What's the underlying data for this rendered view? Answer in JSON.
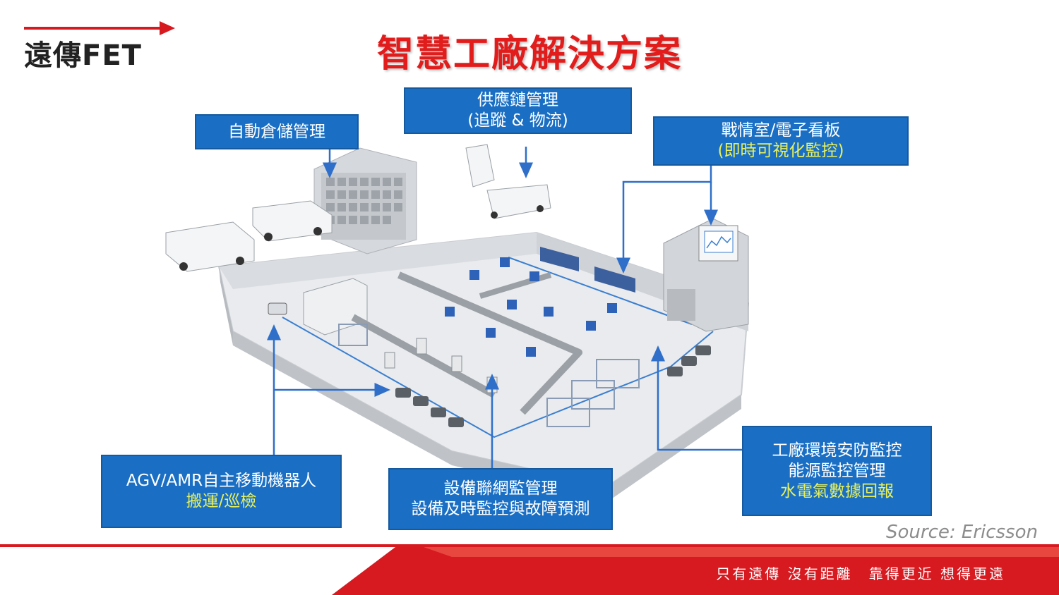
{
  "header": {
    "logo_text": "遠傳FET",
    "title": "智慧工廠解決方案"
  },
  "callouts": {
    "warehouse": {
      "line1": "自動倉儲管理"
    },
    "supply_chain": {
      "line1": "供應鏈管理",
      "line2": "(追蹤 & 物流)"
    },
    "war_room": {
      "line1": "戰情室/電子看板",
      "line2": "(即時可視化監控)"
    },
    "agv": {
      "line1": "AGV/AMR自主移動機器人",
      "line2": "搬運/巡檢"
    },
    "iot": {
      "line1": "設備聯網監管理",
      "line2": "設備及時監控與故障預測"
    },
    "environment": {
      "line1": "工廠環境安防監控",
      "line2": "能源監控管理",
      "line3": "水電氣數據回報"
    }
  },
  "source": "Source: Ericsson",
  "footer": {
    "slogan": "只有遠傳 沒有距離　靠得更近 想得更遠"
  },
  "colors": {
    "title_red": "#e21b1b",
    "box_blue": "#1a6fc4",
    "highlight_yellow": "#e8f05a",
    "footer_red": "#d71920",
    "arrow_blue": "#2f6fc9"
  },
  "icons": [
    "factory-illustration",
    "truck-icon",
    "agv-robot-icon",
    "robot-arm-icon",
    "monitor-icon"
  ]
}
